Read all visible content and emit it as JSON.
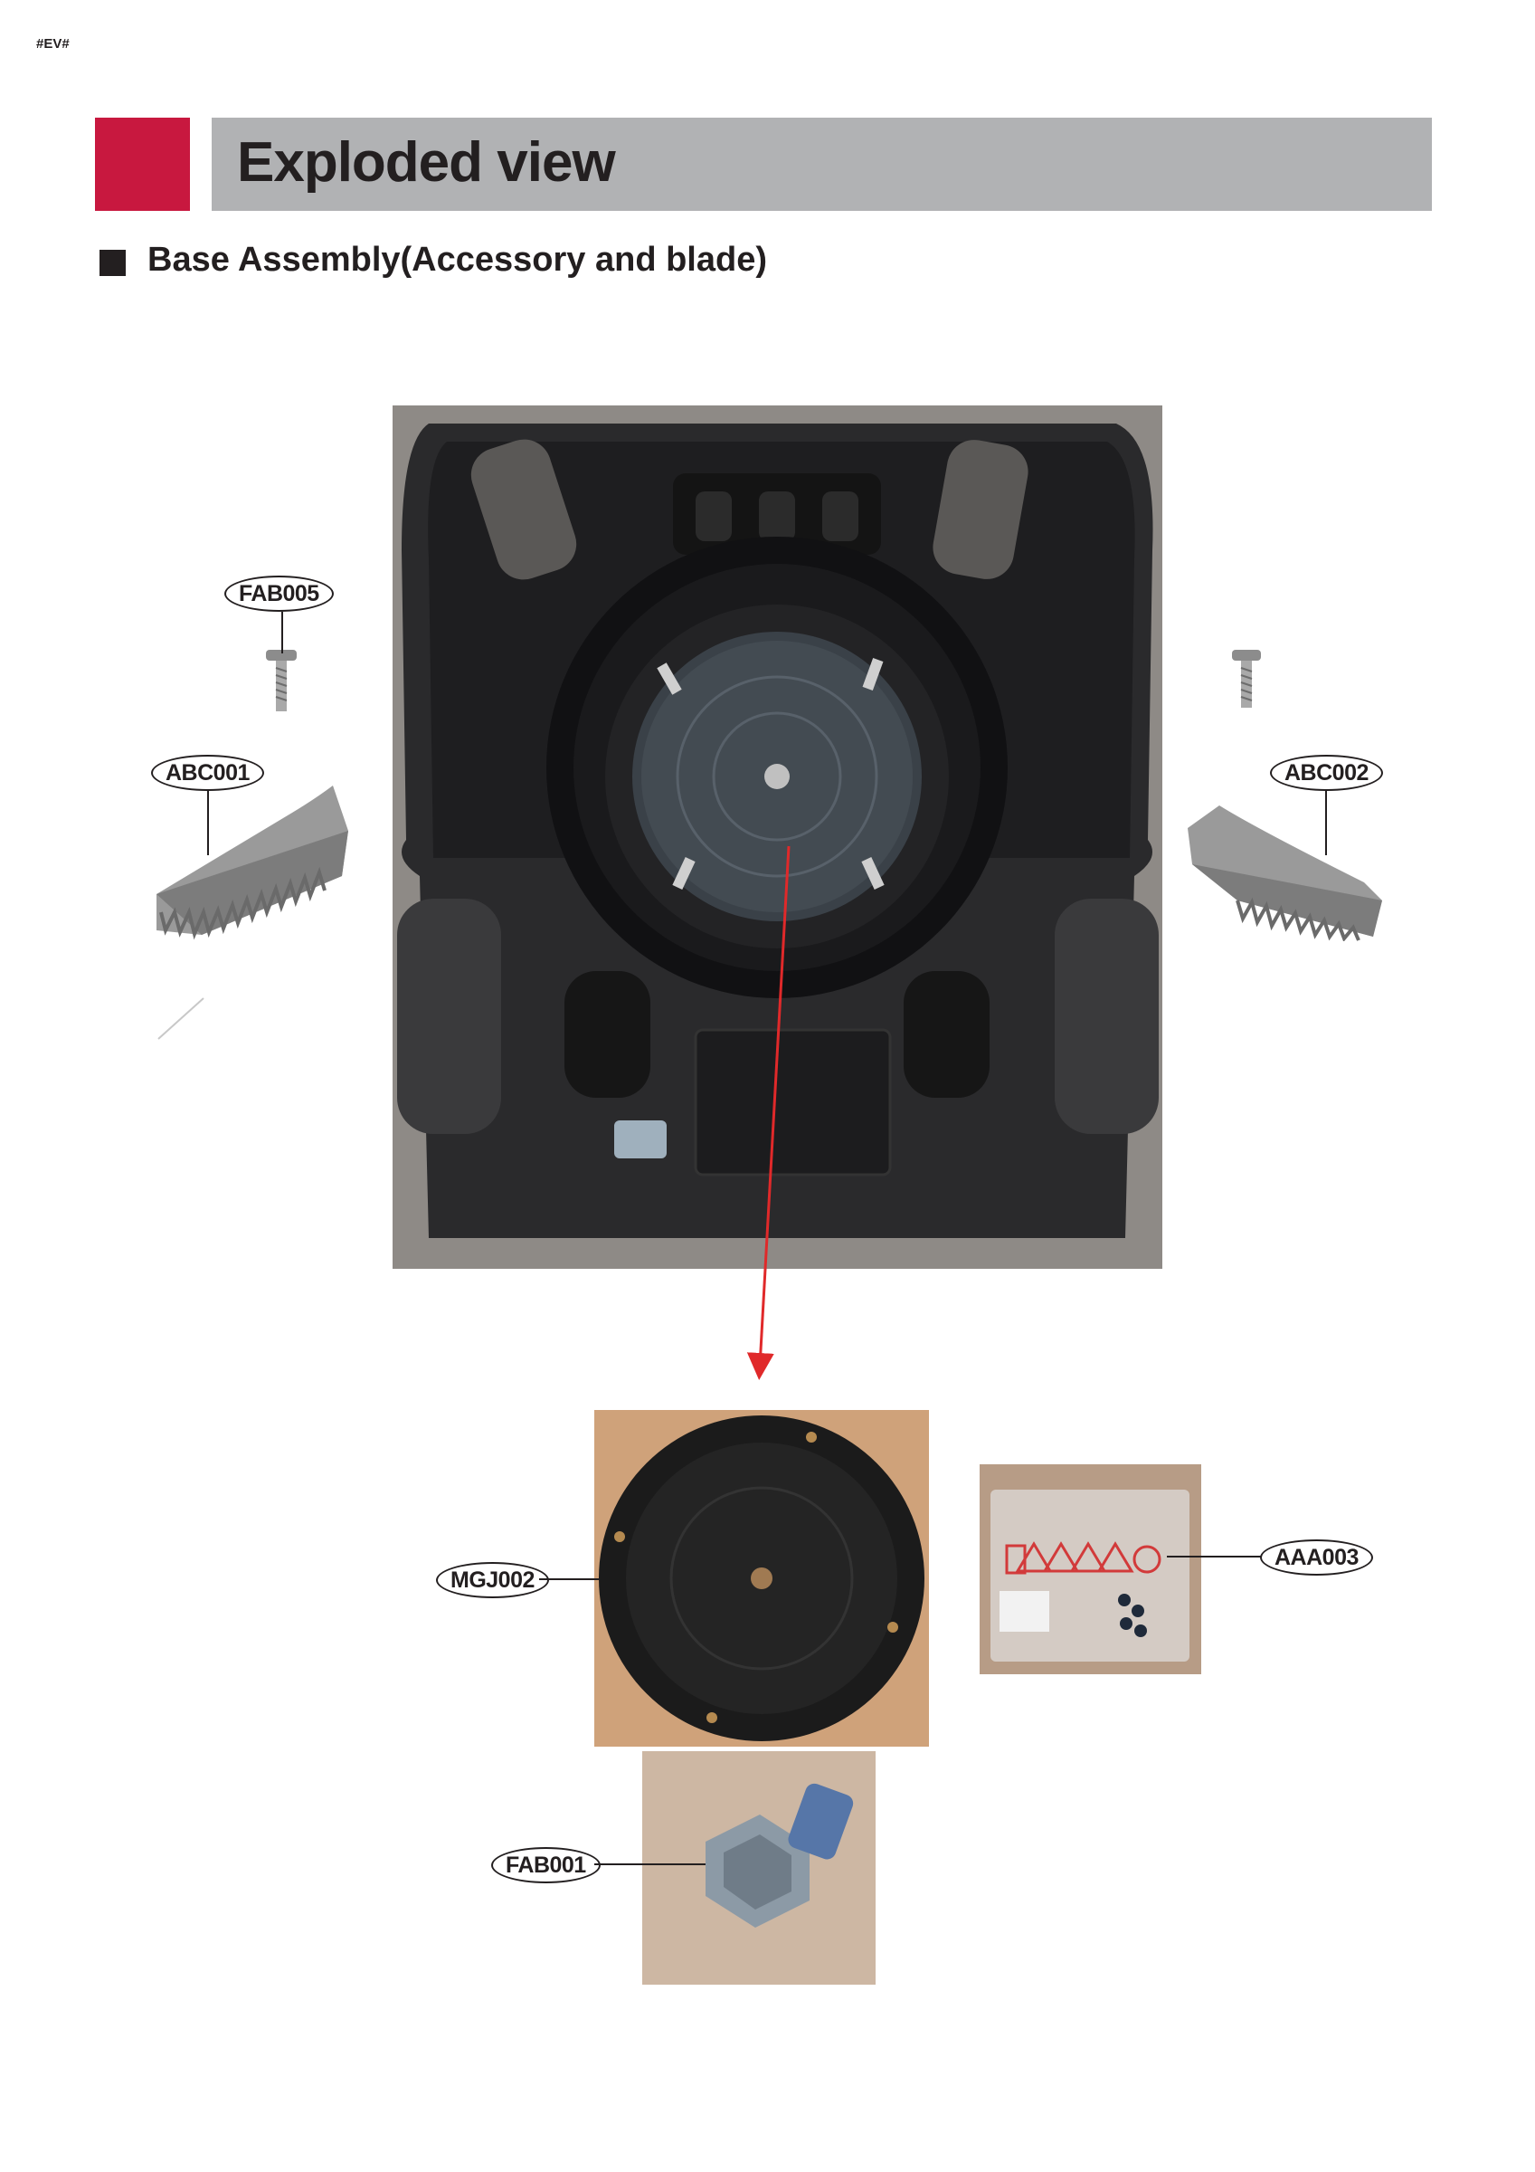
{
  "doc_tag": "#EV#",
  "header": {
    "title": "Exploded view",
    "accent_color": "#c8183f",
    "bar_color": "#b1b2b4"
  },
  "section": {
    "title": "Base Assembly(Accessory and blade)"
  },
  "callouts": {
    "fab005": "FAB005",
    "abc001": "ABC001",
    "abc002": "ABC002",
    "mgj002": "MGJ002",
    "aaa003": "AAA003",
    "fab001": "FAB001"
  },
  "arrow_color": "#e0292a"
}
